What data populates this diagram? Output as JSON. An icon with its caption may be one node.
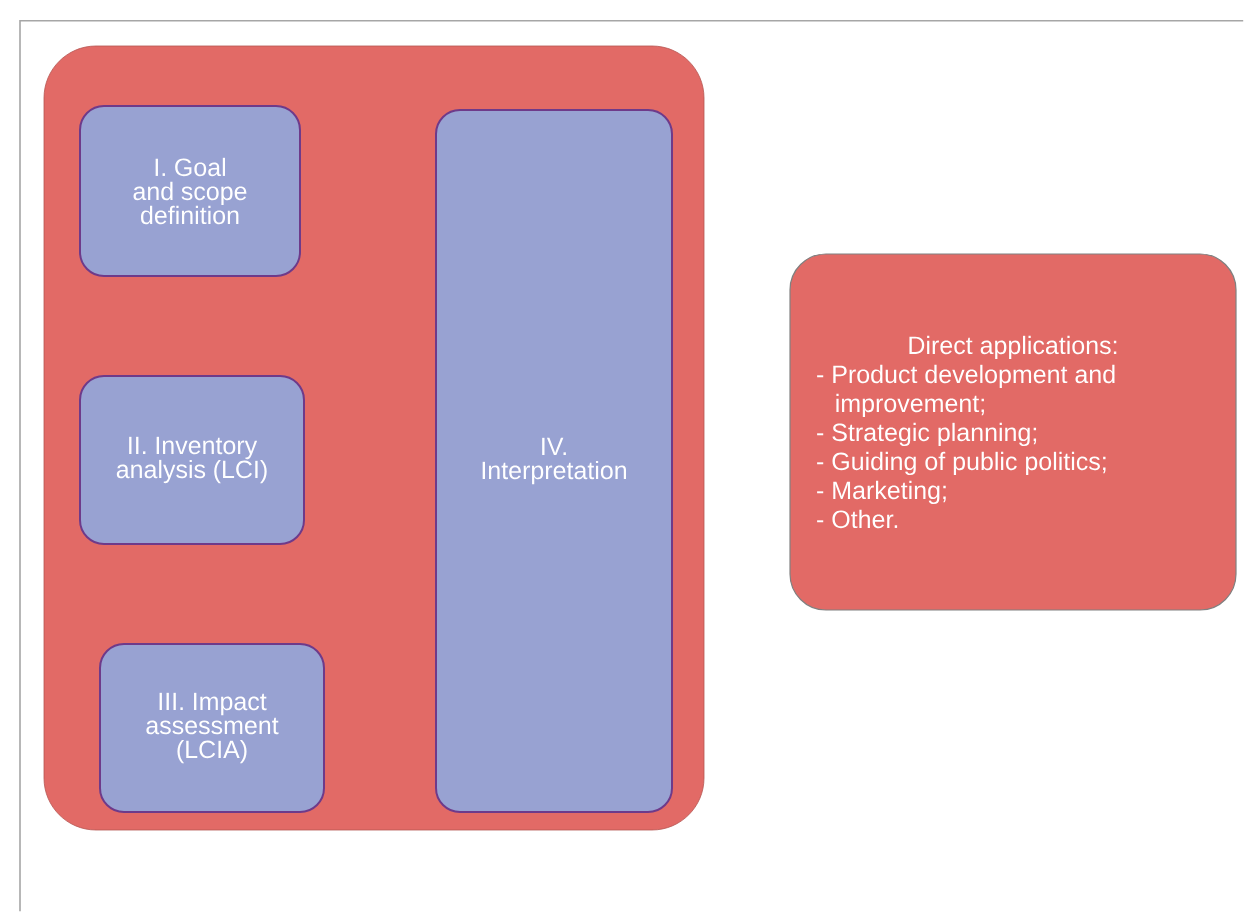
{
  "diagram": {
    "nodes": [
      {
        "text": [],
        "shape": "box"
      },
      {
        "text": [
          "I. Goal and scope definition"
        ],
        "in": 0
      },
      {
        "text": [
          "II. Inventory analysis (LCI)"
        ],
        "in": 0
      },
      {
        "text": [
          "III. Impact assessment (LCIA)"
        ],
        "in": 0
      },
      {
        "text": [
          "IV. Interpretation"
        ],
        "in": 0
      },
      {
        "text": [
          "Direct applications:",
          "- Product development and improvement;",
          "- Strategic planning;",
          "- Guiding of public politics;",
          "- Marketing;",
          "- Other."
        ]
      }
    ],
    "edges": []
  }
}
